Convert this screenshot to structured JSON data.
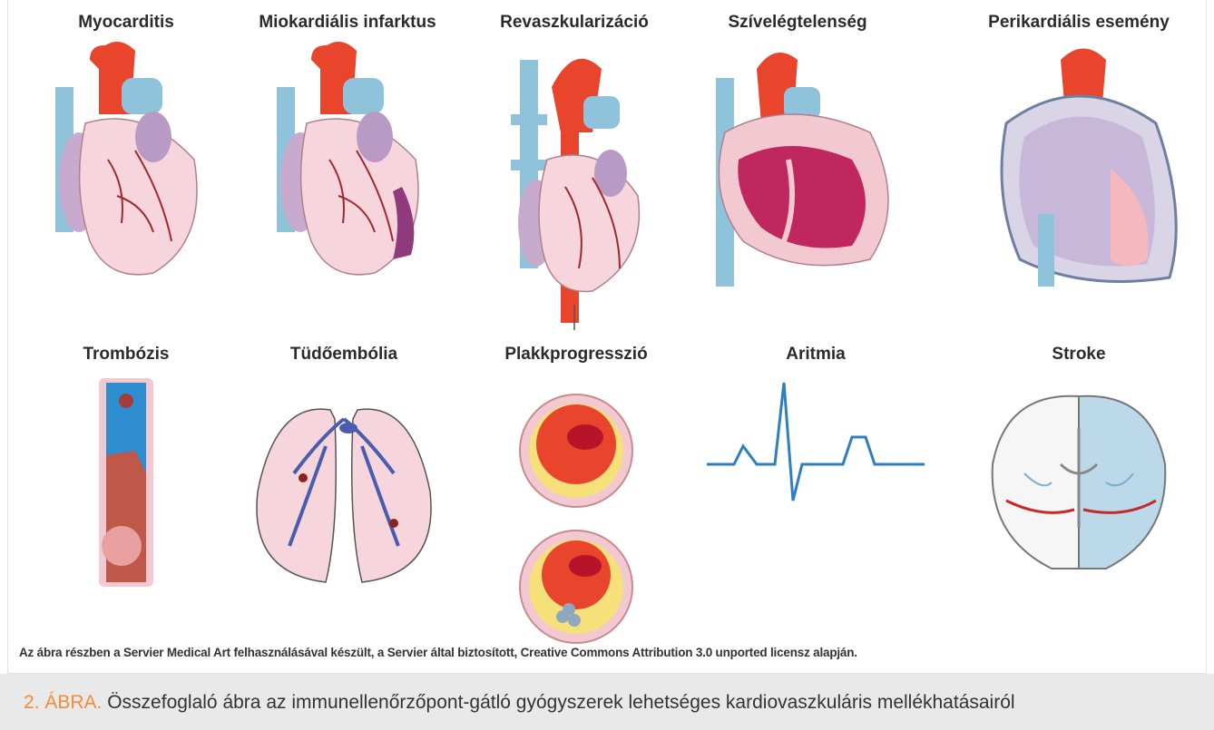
{
  "panels": [
    {
      "label": "Myocarditis",
      "icon": "heart-icon"
    },
    {
      "label": "Miokardiális infarktus",
      "icon": "heart-infarct-icon"
    },
    {
      "label": "Revaszkularizáció",
      "icon": "heart-stent-icon"
    },
    {
      "label": "Szívelégtelenség",
      "icon": "heart-failure-icon"
    },
    {
      "label": "Perikardiális esemény",
      "icon": "pericardium-icon"
    },
    {
      "label": "Trombózis",
      "icon": "vein-thrombus-icon"
    },
    {
      "label": "Tüdőembólia",
      "icon": "lungs-icon"
    },
    {
      "label": "Plakkprogresszió",
      "icon": "artery-plaque-icon"
    },
    {
      "label": "Aritmia",
      "icon": "ecg-icon"
    },
    {
      "label": "Stroke",
      "icon": "brain-icon"
    }
  ],
  "credit": "Az ábra részben a Servier Medical Art felhasználásával készült, a Servier által biztosított, Creative Commons Attribution 3.0 unported licensz alapján.",
  "caption": {
    "number": "2. ÁBRA.",
    "text": "Összefoglaló ábra az immunellenőrzőpont-gátló gyógyszerek lehetséges kardiovaszkuláris mellékhatásairól"
  },
  "colors": {
    "accent": "#f28c38",
    "caption_bg": "#e9e9e9",
    "artery_red": "#e8452c",
    "vein_blue": "#8fc3dc",
    "myocardium_pink": "#f6d6dc",
    "atrium_purple": "#b89ac4"
  }
}
